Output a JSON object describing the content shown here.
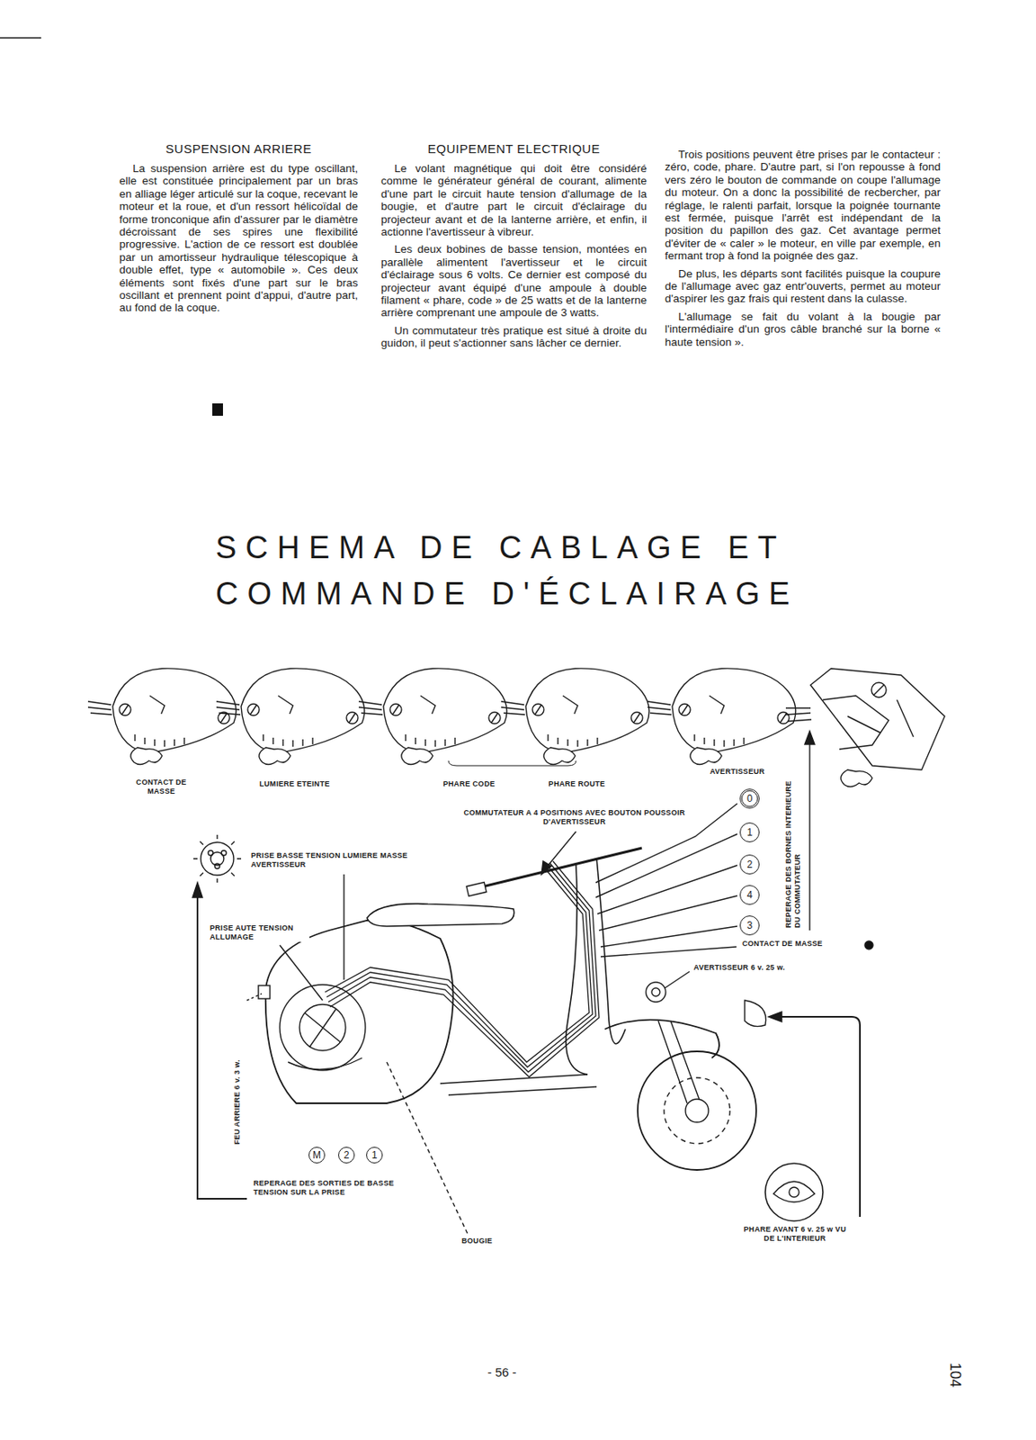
{
  "diagram": {
    "title": "SCHEMA DE CABLAGE ET COMMANDE D'ÉCLAIRAGE",
    "nodes": [
      {
        "text": [
          "0"
        ]
      },
      {
        "text": [
          "1"
        ]
      },
      {
        "text": [
          "2"
        ]
      },
      {
        "text": [
          "4"
        ]
      },
      {
        "text": [
          "3"
        ]
      },
      {
        "text": [
          "M"
        ]
      },
      {
        "text": [
          "2"
        ]
      },
      {
        "text": [
          "1"
        ]
      }
    ],
    "labels": [
      "SUSPENSION ARRIERE",
      "La suspension arrière est du type oscillant, elle est constituée principalement par un bras en alliage léger articulé sur la coque, recevant le moteur et la roue, et d'un ressort hélicoïdal de forme tronconique afin d'assurer par le diamètre décroissant de ses spires une flexibilité progressive. L'action de ce ressort est doublée par un amortisseur hydraulique télescopique à double effet, type « automobile ». Ces deux éléments sont fixés d'une part sur le bras oscillant et prennent point d'appui, d'autre part, au fond de la coque.",
      "EQUIPEMENT ELECTRIQUE",
      "Le volant magnétique qui doit être considéré comme le générateur général de courant, alimente d'une part le circuit haute tension d'allumage de la bougie, et d'autre part le circuit d'éclairage du projecteur avant et de la lanterne arrière, et enfin, il actionne l'avertisseur à vibreur.",
      "Les deux bobines de basse tension, montées en parallèle alimentent l'avertisseur et le circuit d'éclairage sous 6 volts. Ce dernier est composé du projecteur avant équipé d'une ampoule à double filament « phare, code » de 25 watts et de la lanterne arrière comprenant une ampoule de 3 watts.",
      "Un commutateur très pratique est situé à droite du guidon, il peut s'actionner sans lâcher ce dernier.",
      "Trois positions peuvent être prises par le contacteur : zéro, code, phare. D'autre part, si l'on repousse à fond vers zéro le bouton de commande on coupe l'allumage du moteur. On a donc la possibilité de recbercher, par réglage, le ralenti parfait, lorsque la poignée tournante est fermée, puisque l'arrêt est indépendant de la position du papillon des gaz. Cet avantage permet d'éviter de « caler » le moteur, en ville par exemple, en fermant trop à fond la poignée des gaz.",
      "De plus, les départs sont facilités puisque la coupure de l'allumage avec gaz entr'ouverts, permet au moteur d'aspirer les gaz frais qui restent dans la culasse.",
      "L'allumage se fait du volant à la bougie par l'intermédiaire d'un gros câble branché sur la borne « haute tension ».",
      "CONTACT DE MASSE",
      "LUMIERE ETEINTE",
      "PHARE CODE",
      "PHARE ROUTE",
      "AVERTISSEUR",
      "COMMUTATEUR A 4 POSITIONS AVEC BOUTON POUSSOIR D'AVERTISSEUR",
      "PRISE BASSE TENSION LUMIERE MASSE AVERTISSEUR",
      "PRISE AUTE TENSION ALLUMAGE",
      "REPERAGE DES BORNES INTERIEURE DU COMMUTATEUR",
      "CONTACT DE MASSE",
      "AVERTISSEUR 6 v. 25 w.",
      "FEU ARRIERE 6 v. 3 w.",
      "REPERAGE DES SORTIES DE BASSE TENSION SUR LA PRISE",
      "BOUGIE",
      "PHARE AVANT 6 v. 25 w VU DE L'INTERIEUR",
      "- 56 -",
      "104"
    ]
  }
}
